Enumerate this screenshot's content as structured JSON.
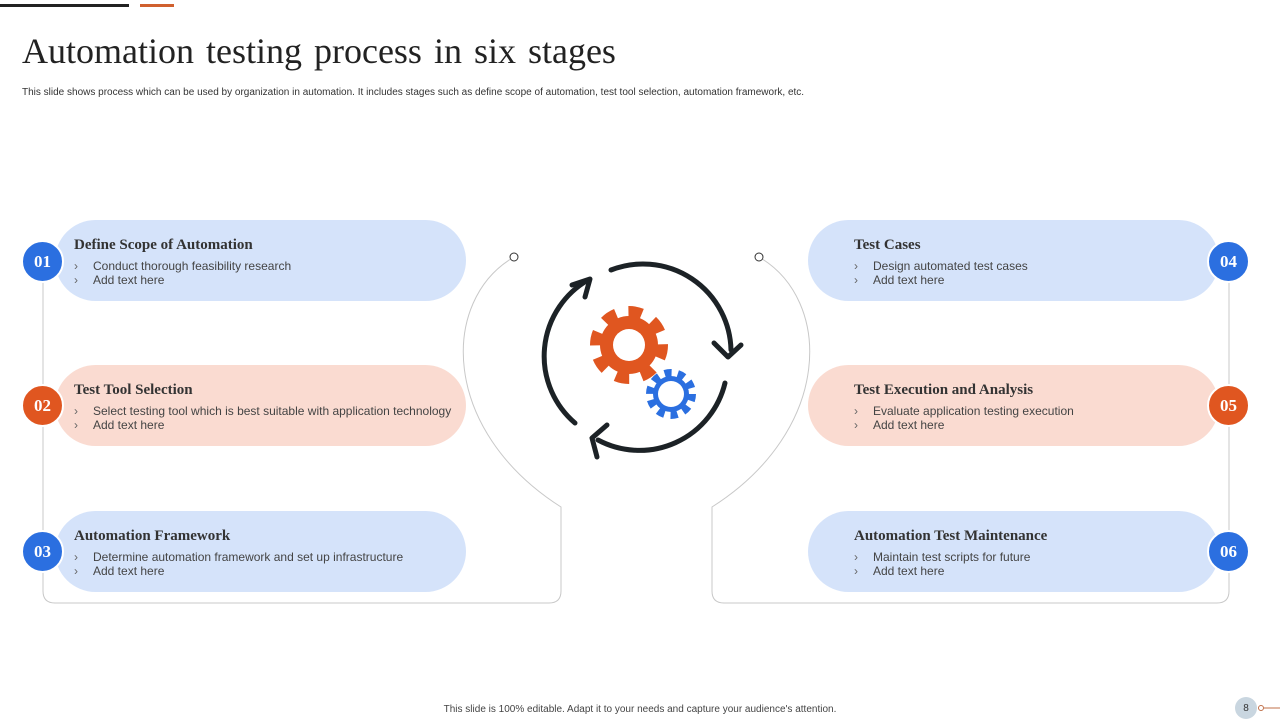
{
  "title": "Automation testing process in six stages",
  "subtitle": "This slide shows process which can be used by organization in automation.  It includes stages such as define scope of automation, test tool selection, automation  framework, etc.",
  "colors": {
    "blue": "#2b6fe0",
    "orange": "#e05620",
    "pill_blue": "#d5e3fa",
    "pill_orange": "#fadbd1"
  },
  "stages": [
    {
      "num": "01",
      "title": "Define Scope of Automation",
      "bullets": [
        "Conduct thorough feasibility research",
        "Add text here"
      ]
    },
    {
      "num": "02",
      "title": "Test Tool Selection",
      "bullets": [
        "Select testing tool which is best suitable with application technology",
        "Add text here"
      ]
    },
    {
      "num": "03",
      "title": "Automation  Framework",
      "bullets": [
        "Determine automation framework and set up infrastructure",
        "Add text here"
      ]
    },
    {
      "num": "04",
      "title": "Test Cases",
      "bullets": [
        "Design automated test cases",
        "Add text here"
      ]
    },
    {
      "num": "05",
      "title": "Test Execution  and  Analysis",
      "bullets": [
        "Evaluate application testing execution",
        "Add text here"
      ]
    },
    {
      "num": "06",
      "title": "Automation  Test Maintenance",
      "bullets": [
        "Maintain test scripts for future",
        "Add text here"
      ]
    }
  ],
  "center_icon": "gears-cycle-icon",
  "footer": "This slide is 100% editable.  Adapt it to your needs and capture your audience's attention.",
  "page_number": "8"
}
